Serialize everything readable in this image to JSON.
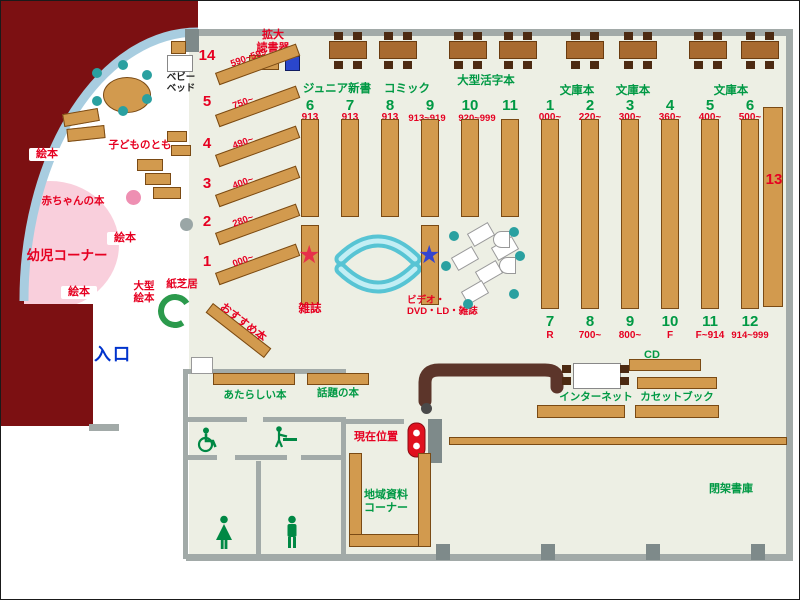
{
  "colors": {
    "wall_maroon": "#7c1012",
    "floor": "#edefe4",
    "shelf_tan": "#d29a4e",
    "accent_green": "#009944",
    "accent_red": "#e60021",
    "entrance_blue": "#0033cc",
    "glass_curve": "#a8cde0",
    "gate_cyan": "#57c4d4",
    "marker_red": "#e0101e"
  },
  "icons": {
    "star_glyph": "★"
  },
  "top": {
    "kakudai": "拡大\n読書器",
    "junior": "ジュニア新書",
    "comic": "コミック",
    "large_print": "大型活字本",
    "bunko1": "文庫本",
    "bunko2": "文庫本",
    "bunko3": "文庫本"
  },
  "cols_left": [
    {
      "num": "6",
      "range": "913"
    },
    {
      "num": "7",
      "range": "913"
    },
    {
      "num": "8",
      "range": "913"
    },
    {
      "num": "9",
      "range": "913~919"
    },
    {
      "num": "10",
      "range": "920~999"
    },
    {
      "num": "11",
      "range": ""
    }
  ],
  "cols_right": [
    {
      "num": "1",
      "range": "000~"
    },
    {
      "num": "2",
      "range": "220~"
    },
    {
      "num": "3",
      "range": "300~"
    },
    {
      "num": "4",
      "range": "360~"
    },
    {
      "num": "5",
      "range": "400~"
    },
    {
      "num": "6",
      "range": "500~"
    }
  ],
  "cols_bottom": [
    {
      "num": "7",
      "range": "R"
    },
    {
      "num": "8",
      "range": "700~"
    },
    {
      "num": "9",
      "range": "800~"
    },
    {
      "num": "10",
      "range": "F"
    },
    {
      "num": "11",
      "range": "F~914"
    },
    {
      "num": "12",
      "range": "914~999"
    }
  ],
  "shelf13": "13",
  "diag": [
    {
      "num": "14",
      "range": "590~599"
    },
    {
      "num": "5",
      "range": "750~"
    },
    {
      "num": "4",
      "range": "490~"
    },
    {
      "num": "3",
      "range": "400~"
    },
    {
      "num": "2",
      "range": "280~"
    },
    {
      "num": "1",
      "range": "000~"
    }
  ],
  "osusume": "おすすめ本",
  "baby_bed": "ベビー\nベッド",
  "kids": {
    "ehon1": "絵本",
    "ehon2": "絵本",
    "ehon3": "絵本",
    "akachan": "赤ちゃんの本",
    "kodomo": "子どものとも",
    "yoji": "幼児コーナー",
    "ogata_ehon": "大型\n絵本",
    "kamishibai": "紙芝居"
  },
  "entrance": "入口",
  "mid": {
    "zasshi": "雑誌",
    "video": "ビデオ・\nDVD・LD・雑誌"
  },
  "south": {
    "atarashii": "あたらしい本",
    "wadai": "話題の本",
    "genzai": "現在位置",
    "chiiki": "地域資料\nコーナー",
    "internet": "インターネット",
    "cd": "CD",
    "cassette": "カセットブック",
    "heika": "閉架書庫"
  }
}
